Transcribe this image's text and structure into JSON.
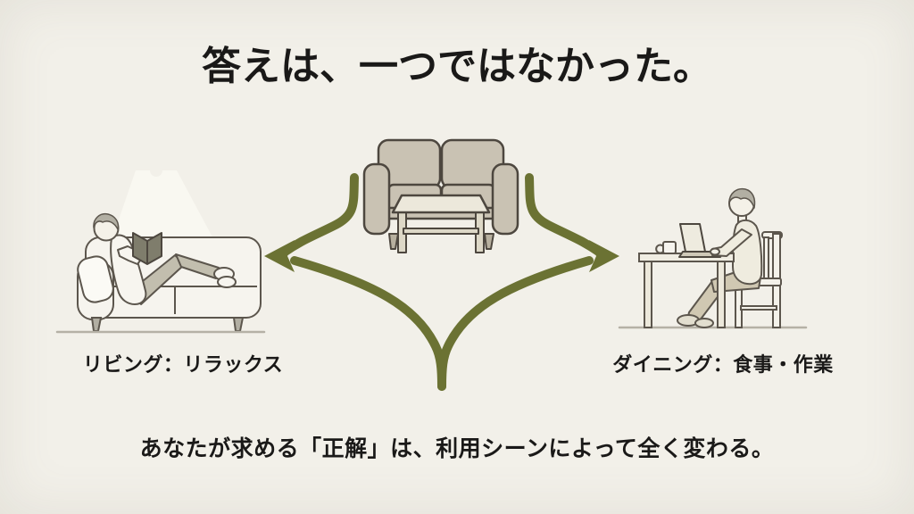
{
  "page": {
    "title": "答えは、一つではなかった。",
    "conclusion": "あなたが求める「正解」は、利用シーンによって全く変わる。"
  },
  "scenes": {
    "living": {
      "label": "リビング：リラックス",
      "illustration": "person-reclining-on-sofa-reading-a-book",
      "icons": [
        "reading-lamp-beam-icon",
        "sofa-icon",
        "book-icon"
      ]
    },
    "center": {
      "illustration": "two-seat-sofa-with-coffee-table",
      "icons": [
        "sofa-icon",
        "coffee-table-icon"
      ]
    },
    "dining": {
      "label": "ダイニング：食事・作業",
      "illustration": "person-working-on-laptop-at-dining-table",
      "icons": [
        "dining-table-icon",
        "laptop-icon",
        "coffee-mug-icon",
        "chair-icon"
      ]
    }
  },
  "diagram": {
    "arrow_shape": "single-stem-branching-into-left-and-right-arrows",
    "arrow_direction_left": "to-living-scene",
    "arrow_direction_right": "to-dining-scene"
  },
  "colors": {
    "bg": "#f2f0e9",
    "ink": "#1a1918",
    "arrow": "#6b7233",
    "outline": "#4d473f",
    "furniture": "#c9c2b3",
    "upholstery": "#f6f4ee",
    "hair": "#b2afa3",
    "floor": "#b5b1a6"
  }
}
